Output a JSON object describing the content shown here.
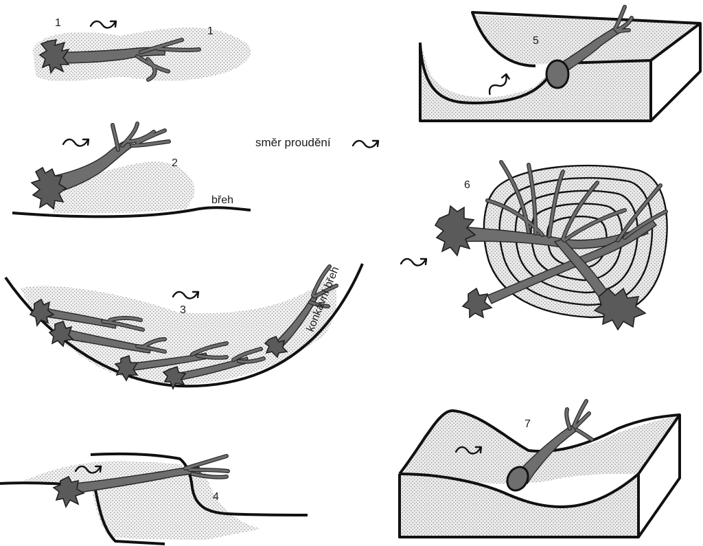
{
  "legend": {
    "text": "směr proudění"
  },
  "panels": [
    {
      "id": "1",
      "labels": [
        "1",
        "1"
      ]
    },
    {
      "id": "2",
      "number": "2",
      "bank_label": "břeh"
    },
    {
      "id": "3",
      "number": "3",
      "bank_label": "konkávní břeh"
    },
    {
      "id": "4",
      "number": "4"
    },
    {
      "id": "5",
      "number": "5"
    },
    {
      "id": "6",
      "number": "6"
    },
    {
      "id": "7",
      "number": "7"
    }
  ],
  "icons": [
    "flow-direction-arrow-icon",
    "fallen-tree-icon",
    "root-plate-icon",
    "log-cross-section-icon"
  ],
  "colors": {
    "ink": "#111111",
    "trunk": "#6e6e6e",
    "sediment_fill": "#dcdcdc"
  }
}
